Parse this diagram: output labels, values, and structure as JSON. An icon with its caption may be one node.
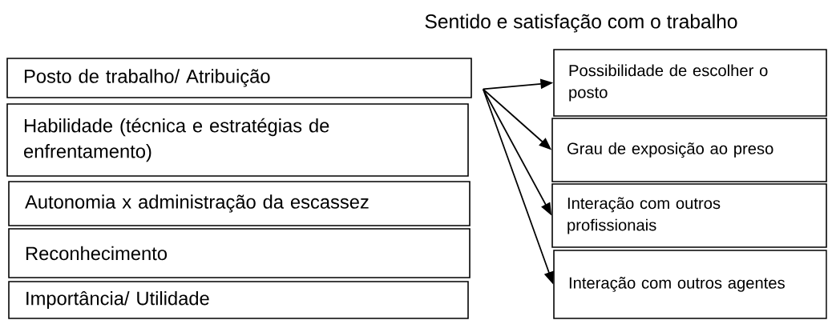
{
  "diagram": {
    "title": "Sentido e satisfação com o trabalho",
    "nodes": [
      {
        "text": [
          "Posto de trabalho/ Atribuição"
        ]
      },
      {
        "text": [
          "Habilidade (técnica e estratégias de enfrentamento)"
        ]
      },
      {
        "text": [
          "Autonomia x administração da escassez"
        ]
      },
      {
        "text": [
          "Reconhecimento"
        ]
      },
      {
        "text": [
          "Importância/ Utilidade"
        ]
      },
      {
        "text": [
          "Possibilidade de escolher o posto"
        ]
      },
      {
        "text": [
          "Grau de exposição ao preso"
        ]
      },
      {
        "text": [
          "Interação com outros profissionais"
        ]
      },
      {
        "text": [
          "Interação com outros agentes"
        ]
      }
    ],
    "edges": [
      {
        "from": 0,
        "to": 5,
        "arrow": "to"
      },
      {
        "from": 0,
        "to": 6,
        "arrow": "to"
      },
      {
        "from": 0,
        "to": 7,
        "arrow": "to"
      },
      {
        "from": 0,
        "to": 8,
        "arrow": "to"
      }
    ]
  }
}
